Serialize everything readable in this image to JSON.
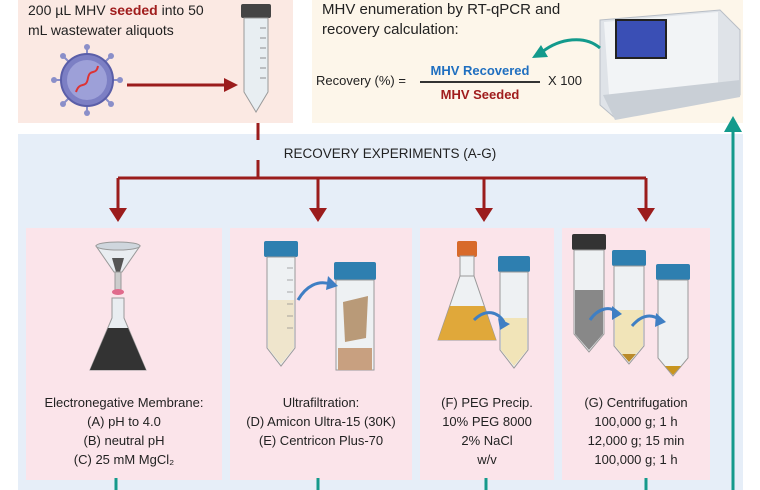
{
  "seed_box": {
    "line1_pre": "200 µL MHV ",
    "line1_bold": "seeded",
    "line1_post": " into 50",
    "line2": "mL wastewater aliquots"
  },
  "enum_box": {
    "title_line1": "MHV enumeration by RT-qPCR and",
    "title_line2": "recovery calculation:",
    "formula_left": "Recovery (%) =",
    "numerator": "MHV Recovered",
    "denominator": "MHV Seeded",
    "multiplier": "X 100"
  },
  "experiments_label": "RECOVERY EXPERIMENTS (A-G)",
  "methods": [
    {
      "lines": [
        "Electronegative Membrane:",
        "(A) pH to 4.0",
        "(B) neutral pH",
        "(C) 25 mM MgCl₂"
      ]
    },
    {
      "lines": [
        "Ultrafiltration:",
        "(D) Amicon Ultra-15 (30K)",
        "(E) Centricon Plus-70"
      ]
    },
    {
      "lines": [
        "(F) PEG Precip.",
        "10% PEG 8000",
        "2% NaCl",
        "w/v"
      ]
    },
    {
      "lines": [
        "(G) Centrifugation",
        "100,000 g; 1 h",
        "12,000 g; 15 min",
        "100,000 g; 1 h"
      ]
    }
  ],
  "colors": {
    "seed_bg": "#fbe9e3",
    "enum_bg": "#fdf6ea",
    "main_bg": "#e6eef8",
    "method_bg": "#fbe4ea",
    "red_arrow": "#9b1c1c",
    "teal": "#139a8c",
    "blue_text": "#1f6fc0",
    "red_text": "#a01d1d"
  }
}
